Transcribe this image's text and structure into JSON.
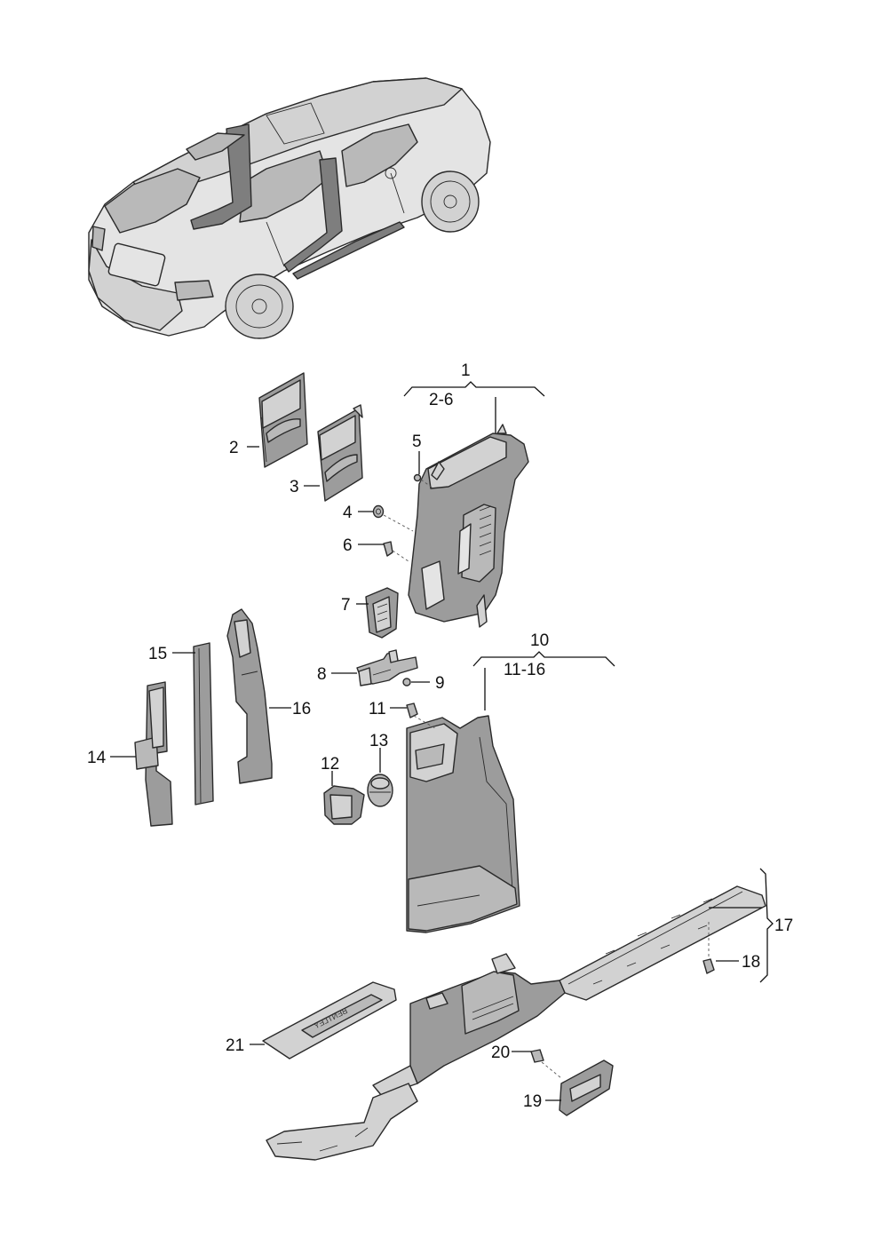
{
  "diagram": {
    "group_labels": {
      "g1": {
        "number": "1",
        "range": "2-6"
      },
      "g10": {
        "number": "10",
        "range": "11-16"
      }
    },
    "callouts": {
      "c2": "2",
      "c3": "3",
      "c4": "4",
      "c5": "5",
      "c6": "6",
      "c7": "7",
      "c8": "8",
      "c9": "9",
      "c11": "11",
      "c12": "12",
      "c13": "13",
      "c14": "14",
      "c15": "15",
      "c16": "16",
      "c17": "17",
      "c18": "18",
      "c19": "19",
      "c20": "20",
      "c21": "21"
    },
    "sill_lettering": "BENTLEY",
    "colors": {
      "line": "#111111",
      "trim_dark": "#9c9c9c",
      "trim_mid": "#b9b9b9",
      "trim_light": "#d2d2d2"
    }
  }
}
